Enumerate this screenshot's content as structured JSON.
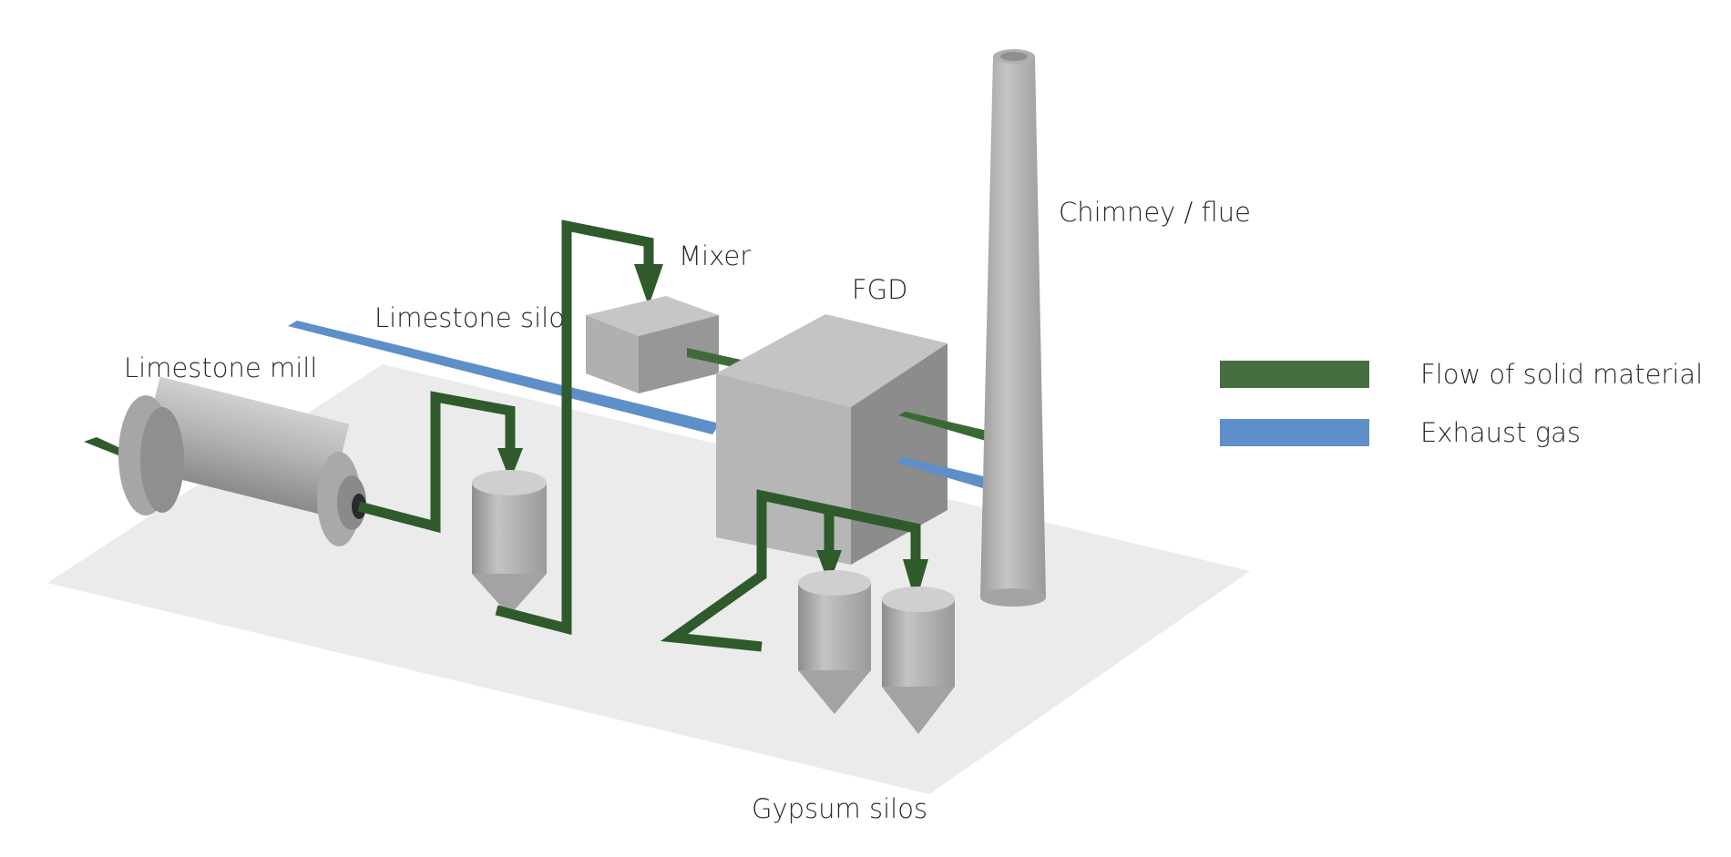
{
  "labels": {
    "limestone_mill": "Limestone mill",
    "limestone_silo": "Limestone silo",
    "mixer": "Mixer",
    "fgd": "FGD",
    "chimney": "Chimney / flue",
    "gypsum_silos": "Gypsum silos"
  },
  "legend": [
    {
      "label": "Flow of solid material",
      "color": "#466f3f"
    },
    {
      "label": "Exhaust gas",
      "color": "#5f8fc8"
    }
  ],
  "colors": {
    "solid_flow": "#2f5a2b",
    "exhaust_gas": "#5f8fc8",
    "ground": "#ebebeb",
    "equipment": "#b9b9b9"
  }
}
